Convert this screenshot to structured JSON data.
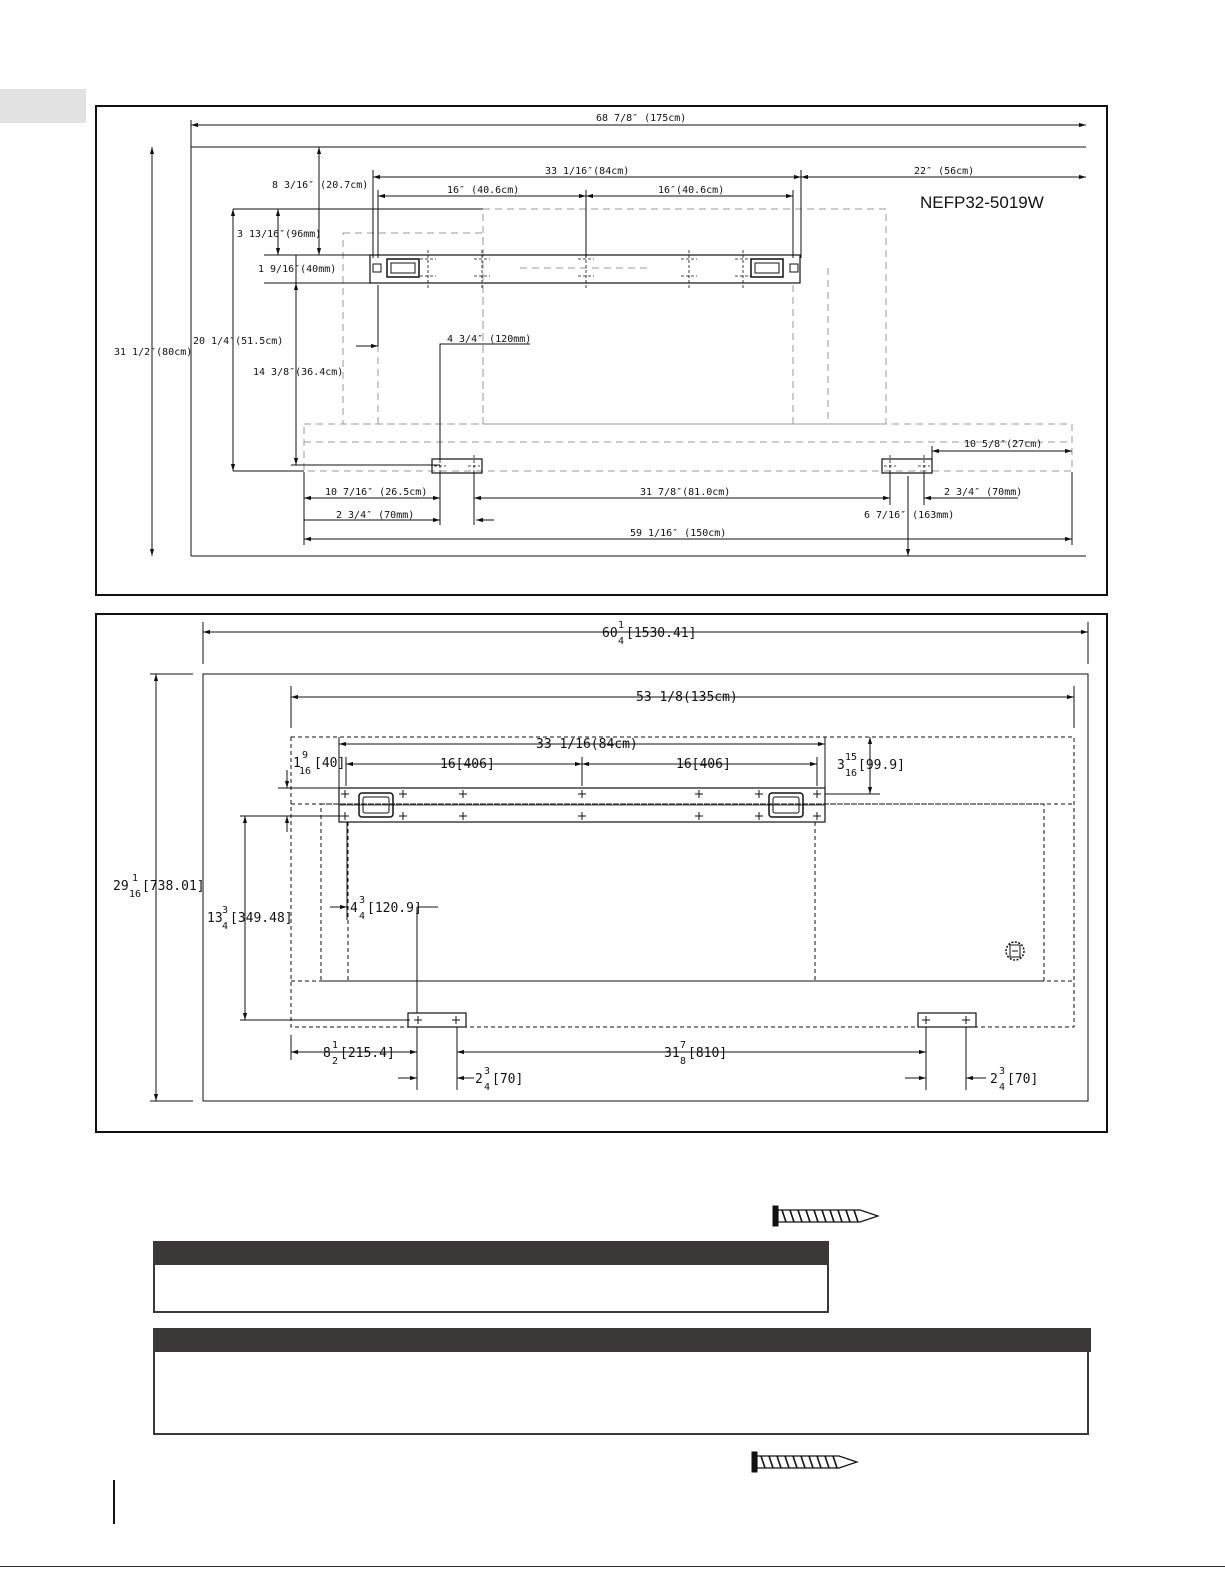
{
  "diagram1": {
    "model_label": "NEFP32-5019W",
    "dims": {
      "overall_width": "68 7/8″ (175cm)",
      "stud_span": "33 1/16″(84cm)",
      "right_offset": "22″ (56cm)",
      "left_spacing": "16″ (40.6cm)",
      "right_spacing": "16″(40.6cm)",
      "top_offset": "8 3/16″ (20.7cm)",
      "bracket_drop": "3 13/16″(96mm)",
      "bracket_height": "1 9/16″(40mm)",
      "overall_height": "31 1/2″(80cm)",
      "mid_height": "20 1/4″(51.5cm)",
      "lower_height": "14 3/8″(36.4cm)",
      "small_offset": "4 3/4″ (120mm)",
      "right_foot_offset": "10 5/8″(27cm)",
      "left_foot_offset": "10 7/16″ (26.5cm)",
      "foot_span": "31 7/8″(81.0cm)",
      "right_foot_width": "2 3/4″ (70mm)",
      "left_foot_width": "2 3/4″ (70mm)",
      "right_foot_inset": "6 7/16″ (163mm)",
      "base_width": "59 1/16″ (150cm)"
    }
  },
  "diagram2": {
    "dims": {
      "overall_width": {
        "whole": "60",
        "num": "1",
        "den": "4",
        "metric": "[1530.41]"
      },
      "inner_width": "53 1/8(135cm)",
      "stud_span": "33 1/16(84cm)",
      "left_spacing": "16[406]",
      "right_spacing": "16[406]",
      "bracket_height": {
        "whole": "1",
        "num": "9",
        "den": "16",
        "metric": "[40]"
      },
      "right_drop": {
        "whole": "3",
        "num": "15",
        "den": "16",
        "metric": "[99.9]"
      },
      "overall_height": {
        "whole": "29",
        "num": "1",
        "den": "16",
        "metric": "[738.01]"
      },
      "lower_height": {
        "whole": "13",
        "num": "3",
        "den": "4",
        "metric": "[349.48]"
      },
      "small_offset": {
        "whole": "4",
        "num": "3",
        "den": "4",
        "metric": "[120.9]"
      },
      "left_foot_offset": {
        "whole": "8",
        "num": "1",
        "den": "2",
        "metric": "[215.4]"
      },
      "foot_span": {
        "whole": "31",
        "num": "7",
        "den": "8",
        "metric": "[810]"
      },
      "left_foot_width": {
        "whole": "2",
        "num": "3",
        "den": "4",
        "metric": "[70]"
      },
      "right_foot_width": {
        "whole": "2",
        "num": "3",
        "den": "4",
        "metric": "[70]"
      }
    }
  }
}
